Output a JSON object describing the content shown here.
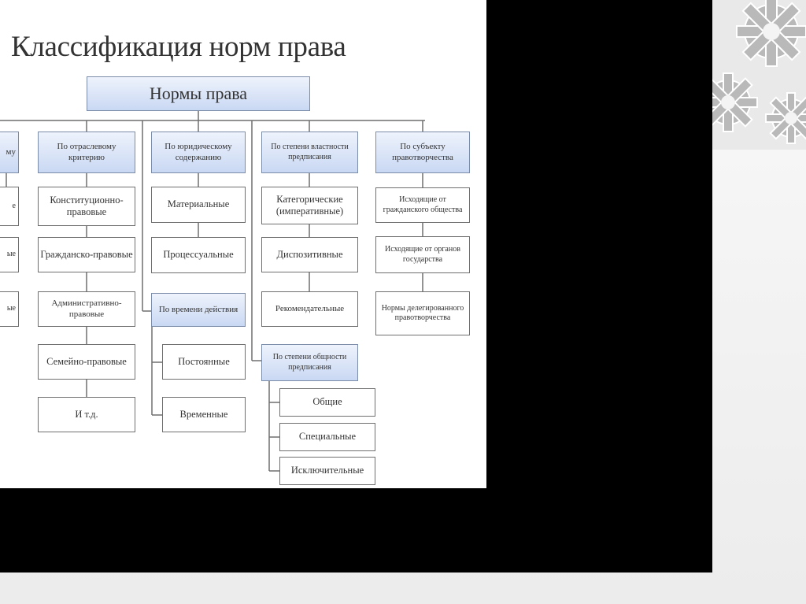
{
  "title": "Классификация норм права",
  "diagram": {
    "root": "Нормы права",
    "left_cut": {
      "header": "му",
      "items": [
        "е",
        "ые",
        "ые"
      ]
    },
    "branches": {
      "industry": {
        "header": "По отраслевому критерию",
        "items": [
          "Конституционно-правовые",
          "Гражданско-правовые",
          "Административно-правовые",
          "Семейно-правовые",
          "И т.д."
        ]
      },
      "content": {
        "header": "По юридическому содержанию",
        "items": [
          "Материальные",
          "Процессуальные"
        ]
      },
      "time": {
        "header": "По времени действия",
        "items": [
          "Постоянные",
          "Временные"
        ]
      },
      "authority": {
        "header": "По степени властности предписания",
        "items": [
          "Категорические (императивные)",
          "Диспозитивные",
          "Рекомендательные"
        ]
      },
      "generality": {
        "header": "По степени общности предписания",
        "items": [
          "Общие",
          "Специальные",
          "Исключительные"
        ]
      },
      "subject": {
        "header": "По субъекту правотворчества",
        "items": [
          "Исходящие от гражданского общества",
          "Исходящие от органов государства",
          "Нормы делегированного правотворчества"
        ]
      }
    }
  },
  "colors": {
    "frame": "#000000",
    "header_fill": "#c9d8f3",
    "line": "#6f6f6f",
    "text": "#333333"
  }
}
